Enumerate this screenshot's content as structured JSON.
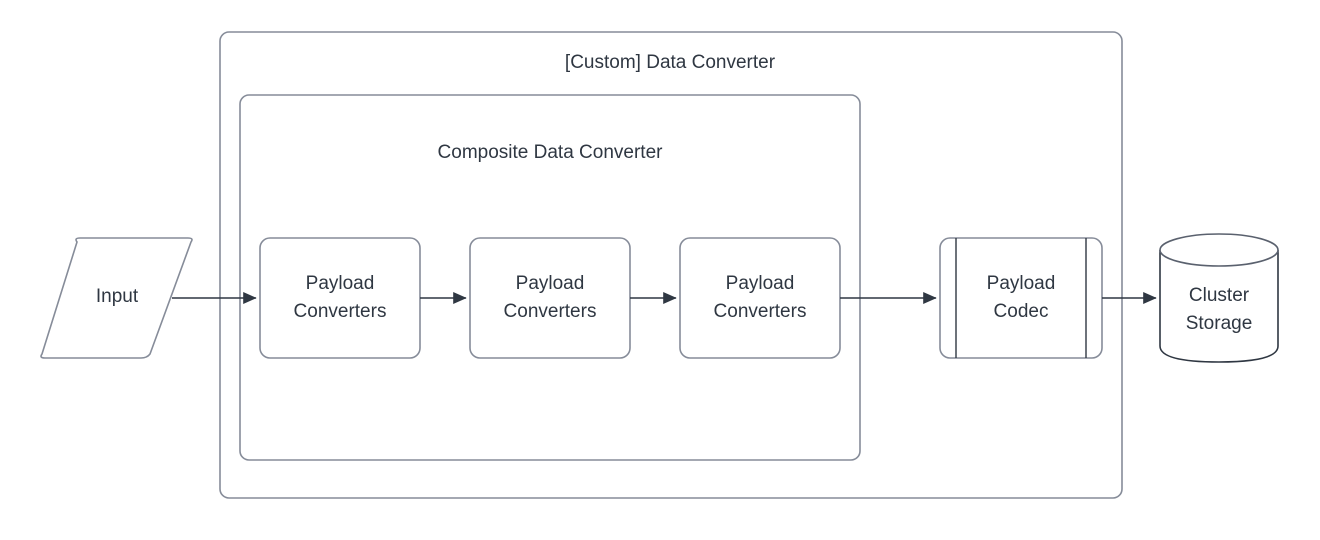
{
  "diagram": {
    "title": "[Custom] Data Converter",
    "background_color": "#ffffff",
    "stroke_color": "#868c99",
    "text_color": "#2f3742",
    "connector_color": "#2f3742",
    "containers": [
      {
        "id": "custom-data-converter",
        "label": "[Custom] Data Converter",
        "shape": "rounded-rectangle"
      },
      {
        "id": "composite-data-converter",
        "label": "Composite Data Converter",
        "shape": "rounded-rectangle"
      }
    ],
    "nodes": [
      {
        "id": "input",
        "label": "Input",
        "shape": "parallelogram"
      },
      {
        "id": "payload-converters-1",
        "label_line1": "Payload",
        "label_line2": "Converters",
        "shape": "rounded-rectangle"
      },
      {
        "id": "payload-converters-2",
        "label_line1": "Payload",
        "label_line2": "Converters",
        "shape": "rounded-rectangle"
      },
      {
        "id": "payload-converters-3",
        "label_line1": "Payload",
        "label_line2": "Converters",
        "shape": "rounded-rectangle"
      },
      {
        "id": "payload-codec",
        "label_line1": "Payload",
        "label_line2": "Codec",
        "shape": "predefined-process"
      },
      {
        "id": "cluster-storage",
        "label_line1": "Cluster",
        "label_line2": "Storage",
        "shape": "cylinder"
      }
    ],
    "connectors": [
      {
        "id": "input-to-pc1",
        "from": "input",
        "to": "payload-converters-1",
        "arrow": "single"
      },
      {
        "id": "pc1-to-pc2",
        "from": "payload-converters-1",
        "to": "payload-converters-2",
        "arrow": "single"
      },
      {
        "id": "pc2-to-pc3",
        "from": "payload-converters-2",
        "to": "payload-converters-3",
        "arrow": "single"
      },
      {
        "id": "pc3-to-codec",
        "from": "payload-converters-3",
        "to": "payload-codec",
        "arrow": "single"
      },
      {
        "id": "codec-to-storage",
        "from": "payload-codec",
        "to": "cluster-storage",
        "arrow": "single"
      }
    ]
  }
}
